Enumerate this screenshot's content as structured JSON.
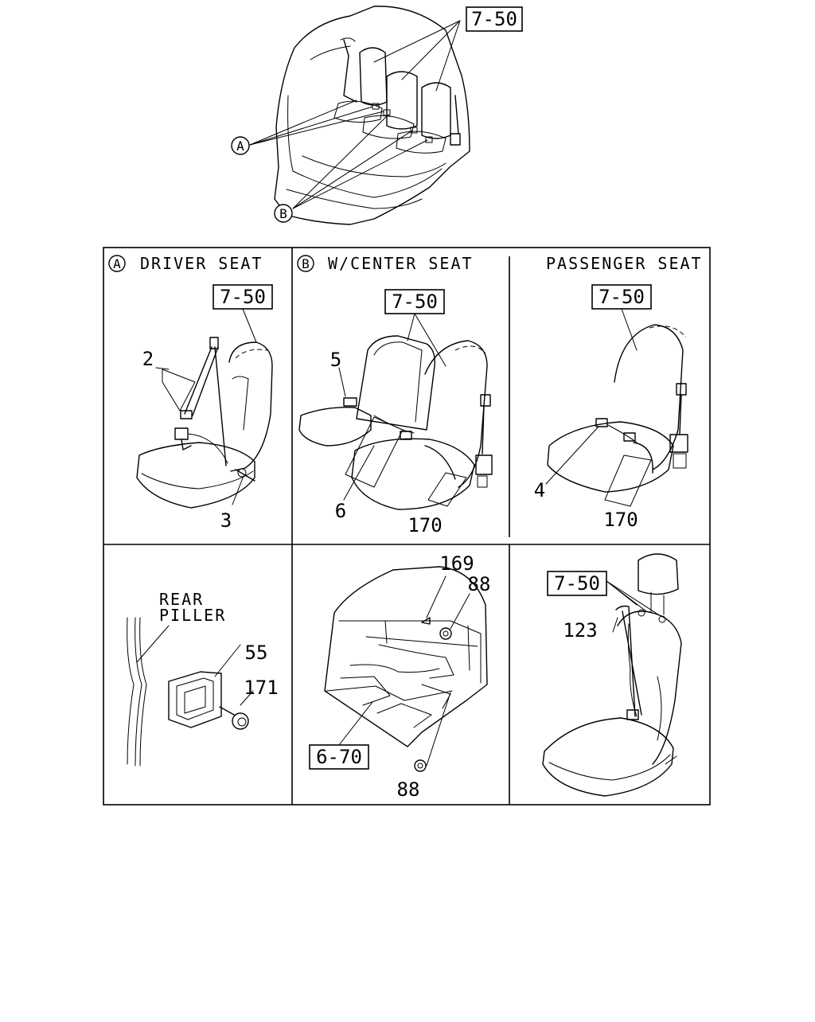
{
  "overview": {
    "ref_top": "7-50",
    "callout_a": "A",
    "callout_b": "B"
  },
  "panels": {
    "driver": {
      "marker": "A",
      "title": "DRIVER SEAT",
      "ref": "7-50",
      "parts": [
        "2",
        "3"
      ]
    },
    "center": {
      "marker": "B",
      "title": "W/CENTER SEAT",
      "ref": "7-50",
      "parts": [
        "5",
        "6",
        "170"
      ]
    },
    "passenger": {
      "title": "PASSENGER SEAT",
      "ref": "7-50",
      "parts": [
        "4",
        "170"
      ]
    },
    "pillar": {
      "title_line1": "REAR",
      "title_line2": "PILLER",
      "parts": [
        "55",
        "171"
      ]
    },
    "floor": {
      "ref": "6-70",
      "parts": [
        "169",
        "88",
        "88"
      ]
    },
    "single_seat": {
      "ref": "7-50",
      "parts": [
        "123"
      ]
    }
  }
}
